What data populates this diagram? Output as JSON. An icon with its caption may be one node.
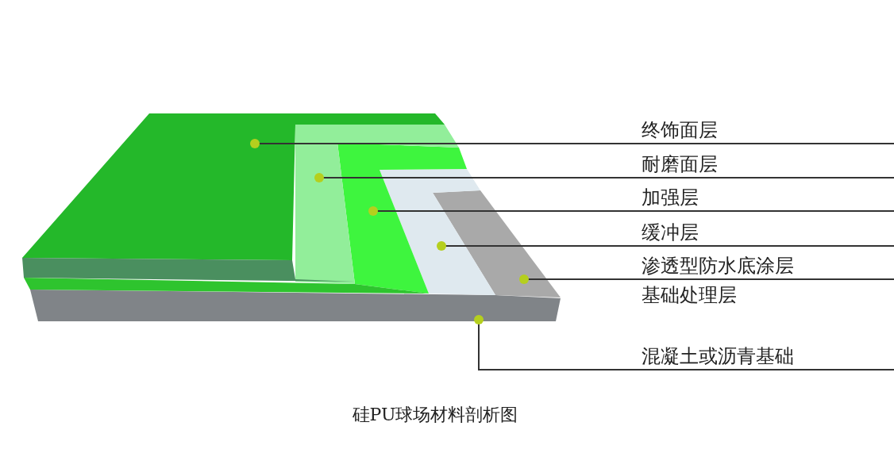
{
  "diagram": {
    "caption": "硅PU球场材料剖析图",
    "nodes": [
      {
        "text": [
          "终饰面层"
        ]
      },
      {
        "text": [
          "耐磨面层"
        ]
      },
      {
        "text": [
          "加强层"
        ]
      },
      {
        "text": [
          "缓冲层"
        ]
      },
      {
        "text": [
          "渗透型防水底涂层"
        ]
      },
      {
        "text": [
          "混凝土或沥青基础"
        ]
      },
      {
        "text": [],
        "shape": "box"
      },
      {
        "text": [],
        "shape": "box"
      },
      {
        "text": [],
        "shape": "box"
      },
      {
        "text": [],
        "shape": "box"
      },
      {
        "text": [],
        "shape": "box"
      },
      {
        "text": [],
        "shape": "box"
      }
    ],
    "edges": [
      {
        "from": 0,
        "to": 6,
        "arrow": "other"
      },
      {
        "from": 1,
        "to": 7,
        "arrow": "other"
      },
      {
        "from": 2,
        "to": 8,
        "arrow": "other"
      },
      {
        "from": 3,
        "to": 9,
        "arrow": "other"
      },
      {
        "from": 4,
        "to": 10,
        "arrow": "other"
      },
      {
        "from": 5,
        "to": 11,
        "arrow": "other"
      }
    ],
    "labels": [
      "基础处理层"
    ]
  }
}
